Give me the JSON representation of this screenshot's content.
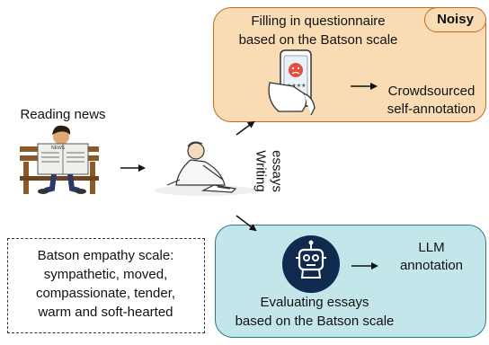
{
  "reading": {
    "label": "Reading news",
    "newspaper_text": "NEWS"
  },
  "writing": {
    "label_line1": "Writing",
    "label_line2": "essays"
  },
  "crowd_panel": {
    "title_line1": "Filling in questionnaire",
    "title_line2": "based on the Batson scale",
    "badge": "Noisy",
    "result_line1": "Crowdsourced",
    "result_line2": "self-annotation",
    "color_fill": "#fadcb4",
    "color_border": "#c06a1d"
  },
  "llm_panel": {
    "result_line1": "LLM",
    "result_line2": "annotation",
    "caption_line1": "Evaluating essays",
    "caption_line2": "based on the Batson scale",
    "color_fill": "#c3e6ea",
    "color_border": "#2b7b86",
    "robot_color": "#0f2a4e"
  },
  "scale_box": {
    "lines": [
      "Batson empathy scale:",
      "sympathetic, moved,",
      "compassionate, tender,",
      "warm and soft-hearted"
    ]
  },
  "icons": {
    "reader": "person-reading-newspaper-icon",
    "writer": "person-writing-icon",
    "phone": "phone-rating-icon",
    "robot": "robot-icon"
  }
}
